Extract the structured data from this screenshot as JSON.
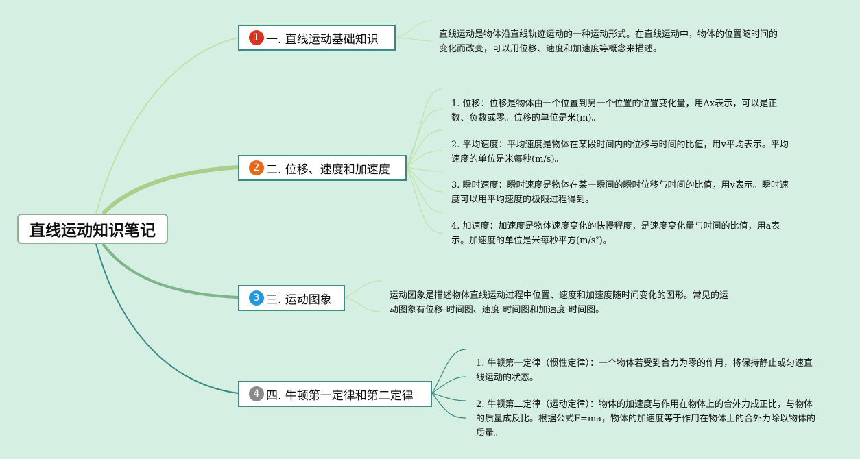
{
  "root": {
    "title": "直线运动知识笔记"
  },
  "branches": [
    {
      "number": "1",
      "title": "一. 直线运动基础知识",
      "color": "#d9341f",
      "notes": [
        "直线运动是物体沿直线轨迹运动的一种运动形式。在直线运动中，物体的位置随时间的变化而改变，可以用位移、速度和加速度等概念来描述。"
      ]
    },
    {
      "number": "2",
      "title": "二. 位移、速度和加速度",
      "color": "#e56a1e",
      "notes": [
        "1. 位移：位移是物体由一个位置到另一个位置的位置变化量，用Δx表示，可以是正数、负数或零。位移的单位是米(m)。",
        "2. 平均速度：平均速度是物体在某段时间内的位移与时间的比值，用v平均表示。平均速度的单位是米每秒(m/s)。",
        "3. 瞬时速度：瞬时速度是物体在某一瞬间的瞬时位移与时间的比值，用v表示。瞬时速度可以用平均速度的极限过程得到。",
        "4. 加速度：加速度是物体速度变化的快慢程度，是速度变化量与时间的比值，用a表示。加速度的单位是米每秒平方(m/s²)。"
      ]
    },
    {
      "number": "3",
      "title": "三. 运动图象",
      "color": "#2797d8",
      "notes": [
        "运动图象是描述物体直线运动过程中位置、速度和加速度随时间变化的图形。常见的运动图象有位移-时间图、速度-时间图和加速度-时间图。"
      ]
    },
    {
      "number": "4",
      "title": "四. 牛顿第一定律和第二定律",
      "color": "#8a8a8a",
      "notes": [
        "1. 牛顿第一定律（惯性定律）：一个物体若受到合力为零的作用，将保持静止或匀速直线运动的状态。",
        "2. 牛顿第二定律（运动定律）：物体的加速度与作用在物体上的合外力成正比，与物体的质量成反比。根据公式F=ma，物体的加速度等于作用在物体上的合外力除以物体的质量。"
      ]
    }
  ]
}
